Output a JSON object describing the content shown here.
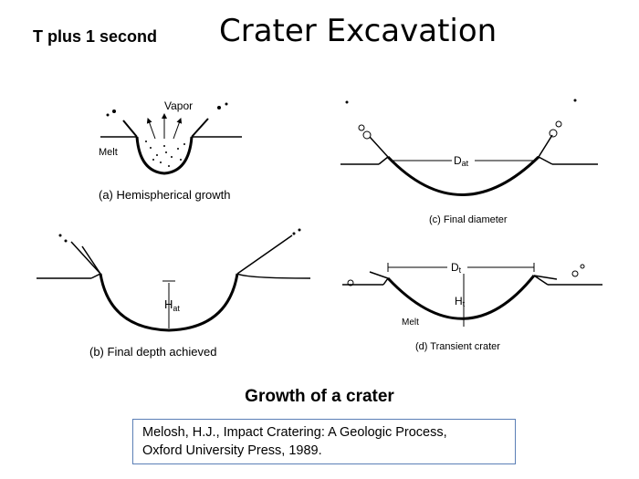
{
  "header": {
    "subtitle": "T plus 1 second",
    "title": "Crater Excavation"
  },
  "panels": {
    "a": {
      "caption": "(a) Hemispherical growth",
      "label_vapor": "Vapor",
      "label_melt": "Melt"
    },
    "b": {
      "caption": "(b) Final depth achieved",
      "label_depth": "H",
      "label_depth_sub": "at"
    },
    "c": {
      "caption": "(c) Final diameter",
      "label_diameter": "D",
      "label_diameter_sub": "at"
    },
    "d": {
      "caption": "(d) Transient crater",
      "label_diameter": "D",
      "label_diameter_sub": "t",
      "label_depth": "H",
      "label_depth_sub": "t",
      "label_melt": "Melt"
    }
  },
  "figure_caption": "Growth of a crater",
  "citation": {
    "line1": "Melosh, H.J., Impact Cratering: A Geologic Process,",
    "line2": "Oxford University Press, 1989."
  }
}
